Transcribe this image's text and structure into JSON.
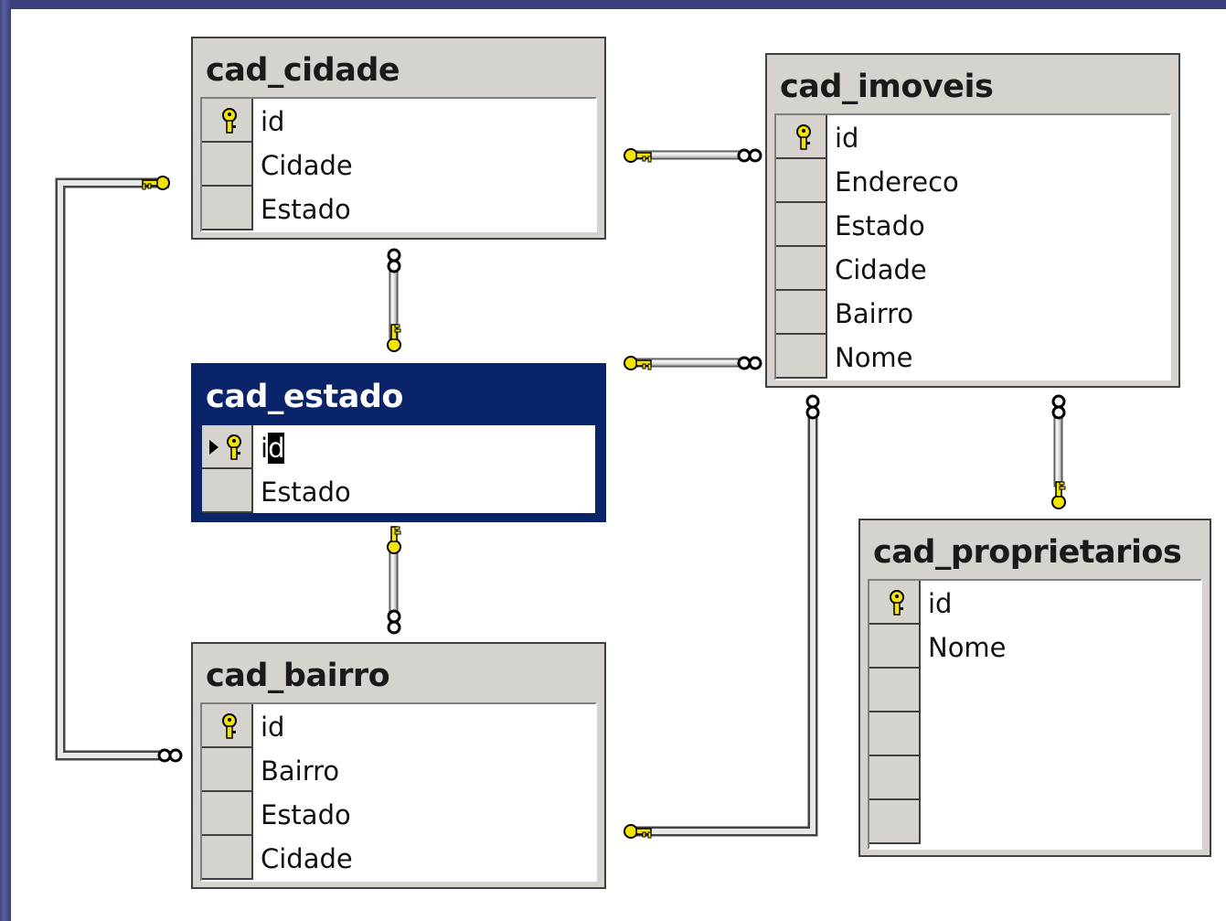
{
  "tables": {
    "cad_cidade": {
      "title": "cad_cidade",
      "fields": [
        "id",
        "Cidade",
        "Estado"
      ]
    },
    "cad_imoveis": {
      "title": "cad_imoveis",
      "fields": [
        "id",
        "Endereco",
        "Estado",
        "Cidade",
        "Bairro",
        "Nome"
      ]
    },
    "cad_estado": {
      "title": "cad_estado",
      "fields": [
        "id",
        "Estado"
      ],
      "selected": true
    },
    "cad_bairro": {
      "title": "cad_bairro",
      "fields": [
        "id",
        "Bairro",
        "Estado",
        "Cidade"
      ]
    },
    "cad_proprietarios": {
      "title": "cad_proprietarios",
      "fields": [
        "id",
        "Nome"
      ]
    }
  },
  "colors": {
    "frame": "#4b4f8a",
    "selected_table": "#0a246a",
    "table_chrome": "#d6d3ce",
    "key_icon": "#f2e300"
  },
  "relationships": [
    {
      "one": "cad_cidade",
      "many": "cad_imoveis"
    },
    {
      "one": "cad_estado",
      "many": "cad_imoveis"
    },
    {
      "one": "cad_estado",
      "many": "cad_cidade"
    },
    {
      "one": "cad_estado",
      "many": "cad_bairro"
    },
    {
      "one": "cad_cidade",
      "many": "cad_bairro"
    },
    {
      "one": "cad_bairro",
      "many": "cad_imoveis"
    },
    {
      "one": "cad_proprietarios",
      "many": "cad_imoveis"
    }
  ]
}
